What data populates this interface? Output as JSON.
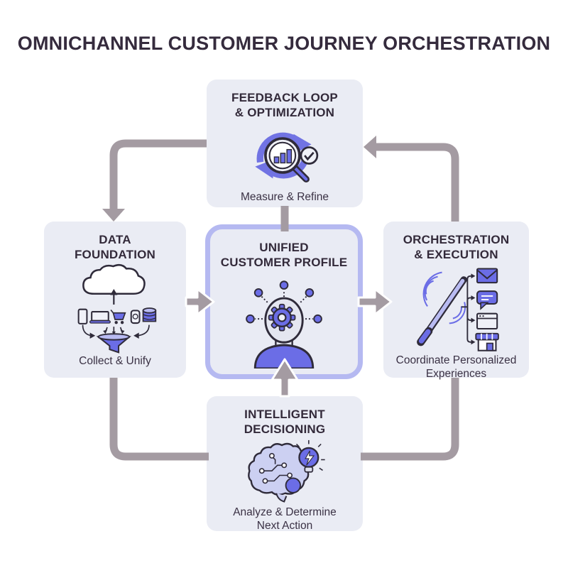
{
  "header": {
    "title": "OMNICHANNEL CUSTOMER JOURNEY ORCHESTRATION"
  },
  "colors": {
    "background": "#ffffff",
    "box_fill": "#eaecf4",
    "center_border": "#b5b9f1",
    "accent_purple": "#6b6de6",
    "light_purple": "#b9bbf2",
    "connector_gray": "#a49ba2",
    "text_dark": "#332a3a"
  },
  "nodes": {
    "feedback": {
      "title": "FEEDBACK LOOP\n& OPTIMIZATION",
      "caption": "Measure & Refine",
      "icon": "cycle-arrows-magnifier-chart-check-icon"
    },
    "data_foundation": {
      "title": "DATA\nFOUNDATION",
      "caption": "Collect & Unify",
      "icon": "cloud-devices-funnel-icon"
    },
    "unified_profile": {
      "title": "UNIFIED\nCUSTOMER PROFILE",
      "icon": "customer-head-gear-network-icon"
    },
    "orchestration": {
      "title": "ORCHESTRATION\n& EXECUTION",
      "caption": "Coordinate Personalized\nExperiences",
      "icon": "magic-wand-channels-icon"
    },
    "decisioning": {
      "title": "INTELLIGENT\nDECISIONING",
      "caption": "Analyze & Determine\nNext Action",
      "icon": "brain-lightbulb-icon"
    }
  },
  "flows": [
    "feedback-to-data-foundation",
    "data-foundation-to-unified-profile",
    "unified-profile-to-orchestration",
    "orchestration-to-feedback",
    "data-foundation-to-decisioning",
    "orchestration-to-decisioning",
    "decisioning-to-unified-profile",
    "feedback-to-unified-profile"
  ]
}
